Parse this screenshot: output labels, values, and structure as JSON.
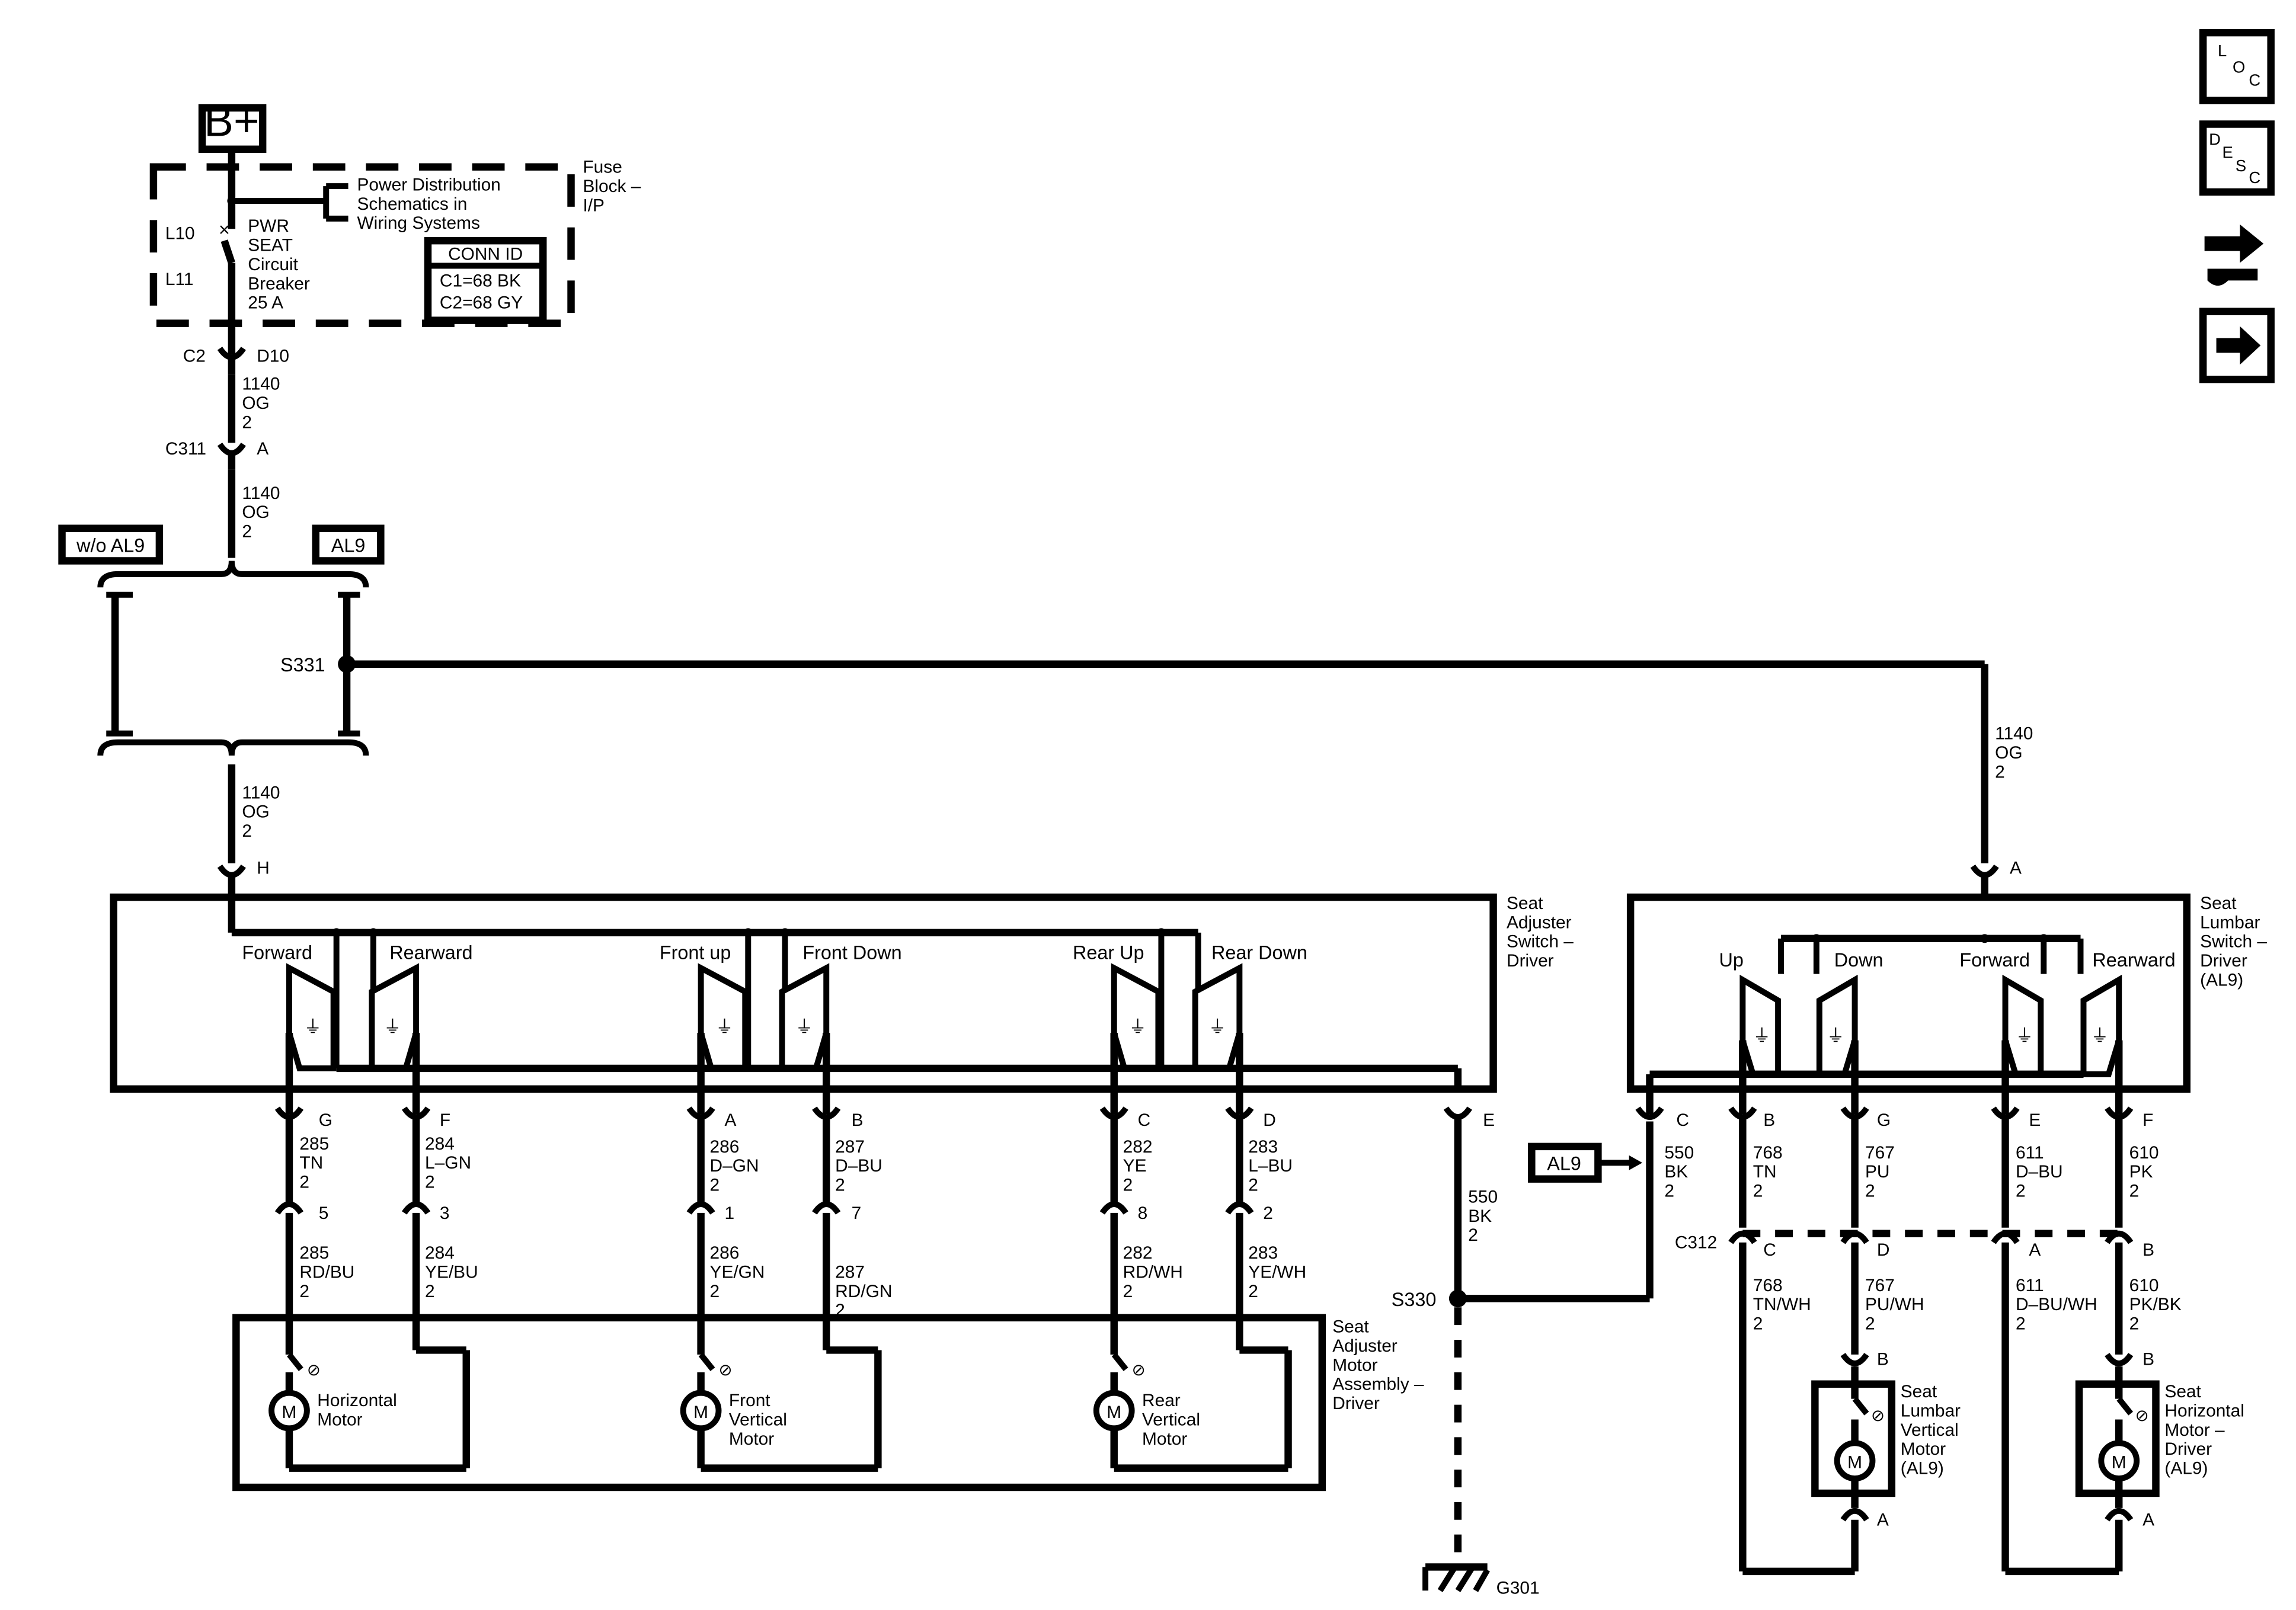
{
  "power": {
    "b_plus": "B+",
    "fuse_block": [
      "Fuse",
      "Block –",
      "I/P"
    ],
    "power_distribution_note": [
      "Power Distribution",
      "Schematics in",
      "Wiring Systems"
    ],
    "l10": "L10",
    "l11": "L11",
    "breaker": [
      "PWR",
      "SEAT",
      "Circuit",
      "Breaker",
      "25 A"
    ],
    "conn_id_title": "CONN ID",
    "conn_id_c1": "C1=68 BK",
    "conn_id_c2": "C2=68 GY"
  },
  "connectors": {
    "c2": "C2",
    "d10": "D10",
    "c311": "C311",
    "c311_pin": "A",
    "s331": "S331",
    "h": "H",
    "s330": "S330",
    "c312": "C312",
    "g301": "G301",
    "lumbar_a": "A"
  },
  "options": {
    "wo_al9": "w/o AL9",
    "al9": "AL9",
    "al9_arrow": "AL9"
  },
  "wire_1140": [
    "1140",
    "OG",
    "2"
  ],
  "wire_550_right": [
    "550",
    "BK",
    "2"
  ],
  "wire_550_left": [
    "550",
    "BK",
    "2"
  ],
  "seat_adjuster_switch": {
    "label": [
      "Seat",
      "Adjuster",
      "Switch –",
      "Driver"
    ],
    "switches": [
      {
        "name": "Forward"
      },
      {
        "name": "Rearward"
      },
      {
        "name": "Front up"
      },
      {
        "name": "Front Down"
      },
      {
        "name": "Rear Up"
      },
      {
        "name": "Rear Down"
      }
    ],
    "pin_e": "E",
    "circuits": [
      {
        "pin": "G",
        "upper": [
          "285",
          "TN",
          "2"
        ],
        "mid_pin": "5",
        "lower": [
          "285",
          "RD/BU",
          "2"
        ]
      },
      {
        "pin": "F",
        "upper": [
          "284",
          "L–GN",
          "2"
        ],
        "mid_pin": "3",
        "lower": [
          "284",
          "YE/BU",
          "2"
        ]
      },
      {
        "pin": "A",
        "upper": [
          "286",
          "D–GN",
          "2"
        ],
        "mid_pin": "1",
        "lower": [
          "286",
          "YE/GN",
          "2"
        ]
      },
      {
        "pin": "B",
        "upper": [
          "287",
          "D–BU",
          "2"
        ],
        "mid_pin": "7",
        "lower": [
          "287",
          "RD/GN",
          "2"
        ]
      },
      {
        "pin": "C",
        "upper": [
          "282",
          "YE",
          "2"
        ],
        "mid_pin": "8",
        "lower": [
          "282",
          "RD/WH",
          "2"
        ]
      },
      {
        "pin": "D",
        "upper": [
          "283",
          "L–BU",
          "2"
        ],
        "mid_pin": "2",
        "lower": [
          "283",
          "YE/WH",
          "2"
        ]
      }
    ]
  },
  "seat_adjuster_motor": {
    "label": [
      "Seat",
      "Adjuster",
      "Motor",
      "Assembly –",
      "Driver"
    ],
    "motors": [
      {
        "symbol": "M",
        "name": [
          "Horizontal",
          "Motor"
        ]
      },
      {
        "symbol": "M",
        "name": [
          "Front",
          "Vertical",
          "Motor"
        ]
      },
      {
        "symbol": "M",
        "name": [
          "Rear",
          "Vertical",
          "Motor"
        ]
      }
    ]
  },
  "lumbar_switch": {
    "label": [
      "Seat",
      "Lumbar",
      "Switch –",
      "Driver",
      "(AL9)"
    ],
    "switches": [
      {
        "name": "Up"
      },
      {
        "name": "Down"
      },
      {
        "name": "Forward"
      },
      {
        "name": "Rearward"
      }
    ],
    "circuits": [
      {
        "pin": "C"
      },
      {
        "pin": "B",
        "upper": [
          "768",
          "TN",
          "2"
        ],
        "c312_pin": "C",
        "lower": [
          "768",
          "TN/WH",
          "2"
        ]
      },
      {
        "pin": "G",
        "upper": [
          "767",
          "PU",
          "2"
        ],
        "c312_pin": "D",
        "lower": [
          "767",
          "PU/WH",
          "2"
        ]
      },
      {
        "pin": "E",
        "upper": [
          "611",
          "D–BU",
          "2"
        ],
        "c312_pin": "A",
        "lower": [
          "611",
          "D–BU/WH",
          "2"
        ]
      },
      {
        "pin": "F",
        "upper": [
          "610",
          "PK",
          "2"
        ],
        "c312_pin": "B",
        "lower": [
          "610",
          "PK/BK",
          "2"
        ]
      }
    ]
  },
  "lumbar_motors": [
    {
      "symbol": "M",
      "top_pin": "B",
      "bottom_pin": "A",
      "label": [
        "Seat",
        "Lumbar",
        "Vertical",
        "Motor",
        "(AL9)"
      ]
    },
    {
      "symbol": "M",
      "top_pin": "B",
      "bottom_pin": "A",
      "label": [
        "Seat",
        "Horizontal",
        "Motor –",
        "Driver",
        "(AL9)"
      ]
    }
  ],
  "nav": {
    "loc": {
      "l": "L",
      "o": "O",
      "c": "C"
    },
    "desc": {
      "d": "D",
      "e": "E",
      "s": "S",
      "c": "C"
    },
    "icons": [
      "loc-icon",
      "desc-icon",
      "wrench-connector-icon",
      "arrow-right-icon"
    ]
  }
}
